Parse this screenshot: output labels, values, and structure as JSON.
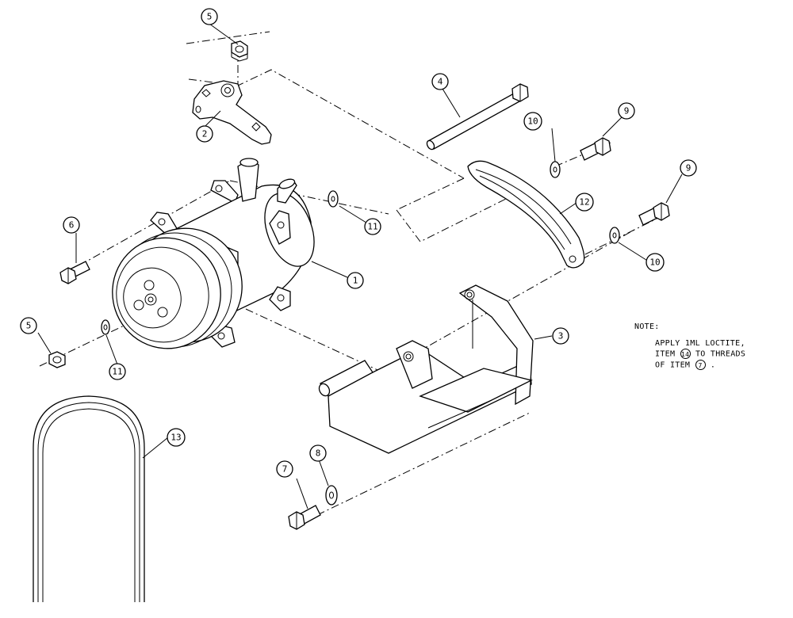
{
  "callouts": [
    {
      "id": "1",
      "label": "1"
    },
    {
      "id": "2",
      "label": "2"
    },
    {
      "id": "3",
      "label": "3"
    },
    {
      "id": "4",
      "label": "4"
    },
    {
      "id": "5a",
      "label": "5"
    },
    {
      "id": "5b",
      "label": "5"
    },
    {
      "id": "6",
      "label": "6"
    },
    {
      "id": "7",
      "label": "7"
    },
    {
      "id": "8",
      "label": "8"
    },
    {
      "id": "9a",
      "label": "9"
    },
    {
      "id": "9b",
      "label": "9"
    },
    {
      "id": "10a",
      "label": "10"
    },
    {
      "id": "10b",
      "label": "10"
    },
    {
      "id": "11a",
      "label": "11"
    },
    {
      "id": "11b",
      "label": "11"
    },
    {
      "id": "12",
      "label": "12"
    },
    {
      "id": "13",
      "label": "13"
    }
  ],
  "note": {
    "heading": "NOTE:",
    "line1": "APPLY 1ML LOCTITE,",
    "line2_pre": "ITEM",
    "line2_item": "14",
    "line2_post": "TO THREADS",
    "line3_pre": "OF ITEM",
    "line3_item": "7",
    "line3_post": "."
  }
}
